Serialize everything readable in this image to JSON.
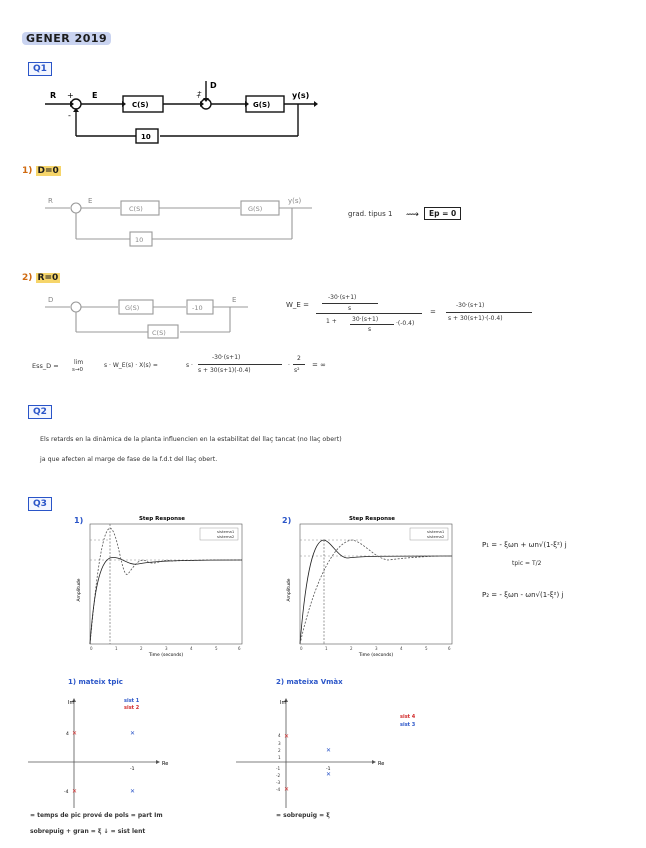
{
  "title": "GENER 2019",
  "q1": {
    "label": "Q1",
    "diagram": {
      "R": "R",
      "E": "E",
      "D": "D",
      "C": "C(S)",
      "G": "G(S)",
      "Y": "y(s)",
      "F": "10"
    }
  },
  "case1": {
    "heading": "1)",
    "cond": "D=0",
    "diagram": {
      "R": "R",
      "E": "E",
      "C": "C(S)",
      "G": "G(S)",
      "Y": "y(s)",
      "F": "10"
    },
    "note": "grad. tipus 1",
    "result": "Ep = 0"
  },
  "case2": {
    "heading": "2)",
    "cond": "R=0",
    "diagram": {
      "D": "D",
      "G": "G(S)",
      "K": "-10",
      "E": "E",
      "C": "C(S)"
    },
    "w_lhs": "W_E =",
    "w_num": "-30·(s+1)",
    "w_den_s": "s",
    "w_one": "1 +",
    "w_num2": "30·(s+1)",
    "w_den2": "s",
    "w_tail": "·(-0.4)",
    "w_eq": "=",
    "w_rhs_num": "-30·(s+1)",
    "w_rhs_den": "s + 30(s+1)·(-0.4)",
    "ess_lhs": "Ess_D =",
    "ess_lim": "lim",
    "ess_sub": "s→0",
    "ess_mid": "s · W_E(s) · X(s) =",
    "ess_s": "s ·",
    "ess_num": "-30·(s+1)",
    "ess_den": "s + 30(s+1)(-0.4)",
    "ess_frac2_num": "2",
    "ess_frac2_den": "s²",
    "ess_result": "= ∞"
  },
  "q2": {
    "label": "Q2",
    "line1": "Els retards en la dinàmica de la planta influencien en la estabilitat del llaç tancat (no llaç obert)",
    "line2": "ja que afecten al marge de fase de la f.d.t del llaç obert."
  },
  "q3": {
    "label": "Q3",
    "plot1_label": "1)",
    "plot2_label": "2)",
    "plot_title": "Step Response",
    "plot_ylabel": "Amplitude",
    "plot_xlabel": "Time (seconds)",
    "legend": [
      "sistema1",
      "sistema2"
    ],
    "ticks": [
      "0",
      "1",
      "2",
      "3",
      "4",
      "5",
      "6"
    ],
    "p1": "P₁ = - ξωn + ωn√(1-ξ²) j",
    "tpic": "tpic = T/2",
    "p2": "P₂ = - ξωn - ωn√(1-ξ²) j",
    "pole1_heading": "1) mateix tpic",
    "pole2_heading": "2) mateixa Vmàx",
    "im": "Im",
    "re": "Re",
    "pz1_legend": [
      "sist 1",
      "sist 2"
    ],
    "pz2_legend": [
      "sist 4",
      "sist 3"
    ],
    "pz1_ticks_y": [
      "4",
      "-4"
    ],
    "pz1_ticks_x": [
      "-1"
    ],
    "pz2_ticks_y": [
      "4",
      "3",
      "2",
      "1",
      "-1",
      "-2",
      "-3",
      "-4"
    ],
    "pz2_ticks_x": [
      "-1"
    ],
    "note1": "= temps de pic prové de pols = part Im",
    "note2": "sobrepuig + gran = ξ ↓ = sist lent",
    "note3": "= sobrepuig = ξ"
  },
  "colors": {
    "accent": "#2a55c8",
    "highlight": "#f6d56a",
    "orange": "#d06a10",
    "red": "#d12a2a"
  }
}
